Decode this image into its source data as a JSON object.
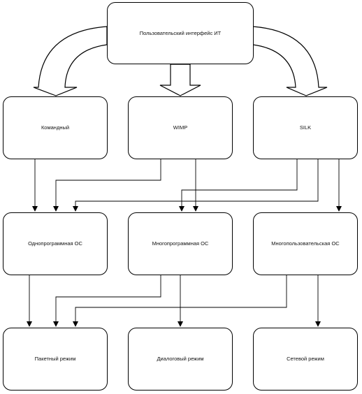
{
  "diagram": {
    "nodes": {
      "user_interface": "Пользовательский интерфейс ИТ",
      "command": "Командный",
      "wimp": "WIMP",
      "silk": "SILK",
      "single_os": "Однопрограммная ОС",
      "multi_os": "Многопрограммная ОС",
      "multiuser_os": "Многопользовательская ОС",
      "batch": "Пакетный режим",
      "dialog": "Диалоговый режим",
      "network": "Сетевой режим"
    },
    "edges": [
      [
        "user_interface",
        "command"
      ],
      [
        "user_interface",
        "wimp"
      ],
      [
        "user_interface",
        "silk"
      ],
      [
        "command",
        "single_os"
      ],
      [
        "wimp",
        "single_os"
      ],
      [
        "wimp",
        "multi_os"
      ],
      [
        "silk",
        "single_os"
      ],
      [
        "silk",
        "multi_os"
      ],
      [
        "silk",
        "multiuser_os"
      ],
      [
        "single_os",
        "batch"
      ],
      [
        "multi_os",
        "batch"
      ],
      [
        "multi_os",
        "dialog"
      ],
      [
        "multiuser_os",
        "batch"
      ],
      [
        "multiuser_os",
        "network"
      ]
    ]
  }
}
